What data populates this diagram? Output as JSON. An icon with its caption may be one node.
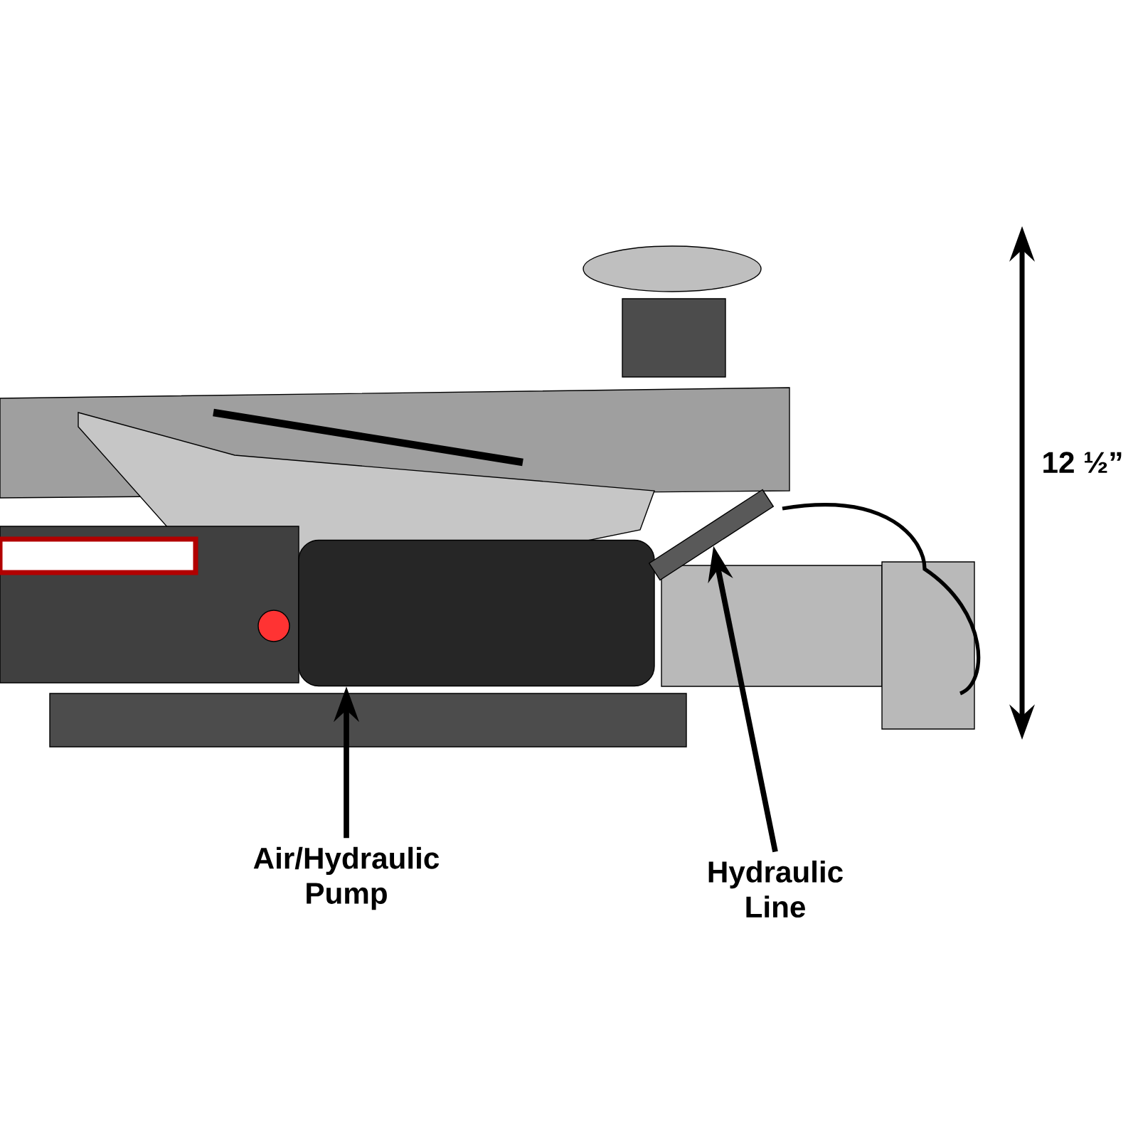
{
  "diagram": {
    "nodes": [
      {
        "text": [
          "Air/Hydraulic Pump"
        ]
      },
      {
        "text": [],
        "shape": "cylinder"
      },
      {
        "text": [
          "Hydraulic Line"
        ]
      },
      {
        "text": [],
        "shape": "bar"
      }
    ],
    "edges": [
      {
        "from": 0,
        "to": 1,
        "arrow": "to"
      },
      {
        "from": 2,
        "to": 3,
        "arrow": "to"
      }
    ],
    "labels": [
      "12 ½”"
    ]
  }
}
